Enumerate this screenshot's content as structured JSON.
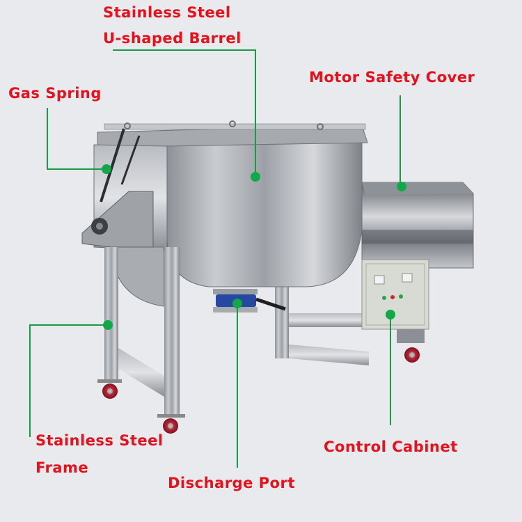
{
  "image": {
    "subject": "Horizontal ribbon mixer (stainless steel) product diagram",
    "background_color": "#e9eaee"
  },
  "colors": {
    "label_text": "#e8101a",
    "connector_line": "#1a9a45",
    "connector_dot": "#11a84a"
  },
  "callouts": [
    {
      "id": "barrel",
      "line1": "Stainless Steel",
      "line2": "U-shaped Barrel",
      "dot": [
        367,
        254
      ]
    },
    {
      "id": "gas_spring",
      "line1": "Gas Spring",
      "dot": [
        153,
        243
      ]
    },
    {
      "id": "motor_cover",
      "line1": "Motor Safety Cover",
      "dot": [
        577,
        268
      ]
    },
    {
      "id": "frame",
      "line1": "Stainless Steel",
      "line2": "Frame",
      "dot": [
        155,
        467
      ]
    },
    {
      "id": "discharge",
      "line1": "Discharge Port",
      "dot": [
        341,
        436
      ]
    },
    {
      "id": "control_cabinet",
      "line1": "Control Cabinet",
      "dot": [
        561,
        452
      ]
    }
  ]
}
